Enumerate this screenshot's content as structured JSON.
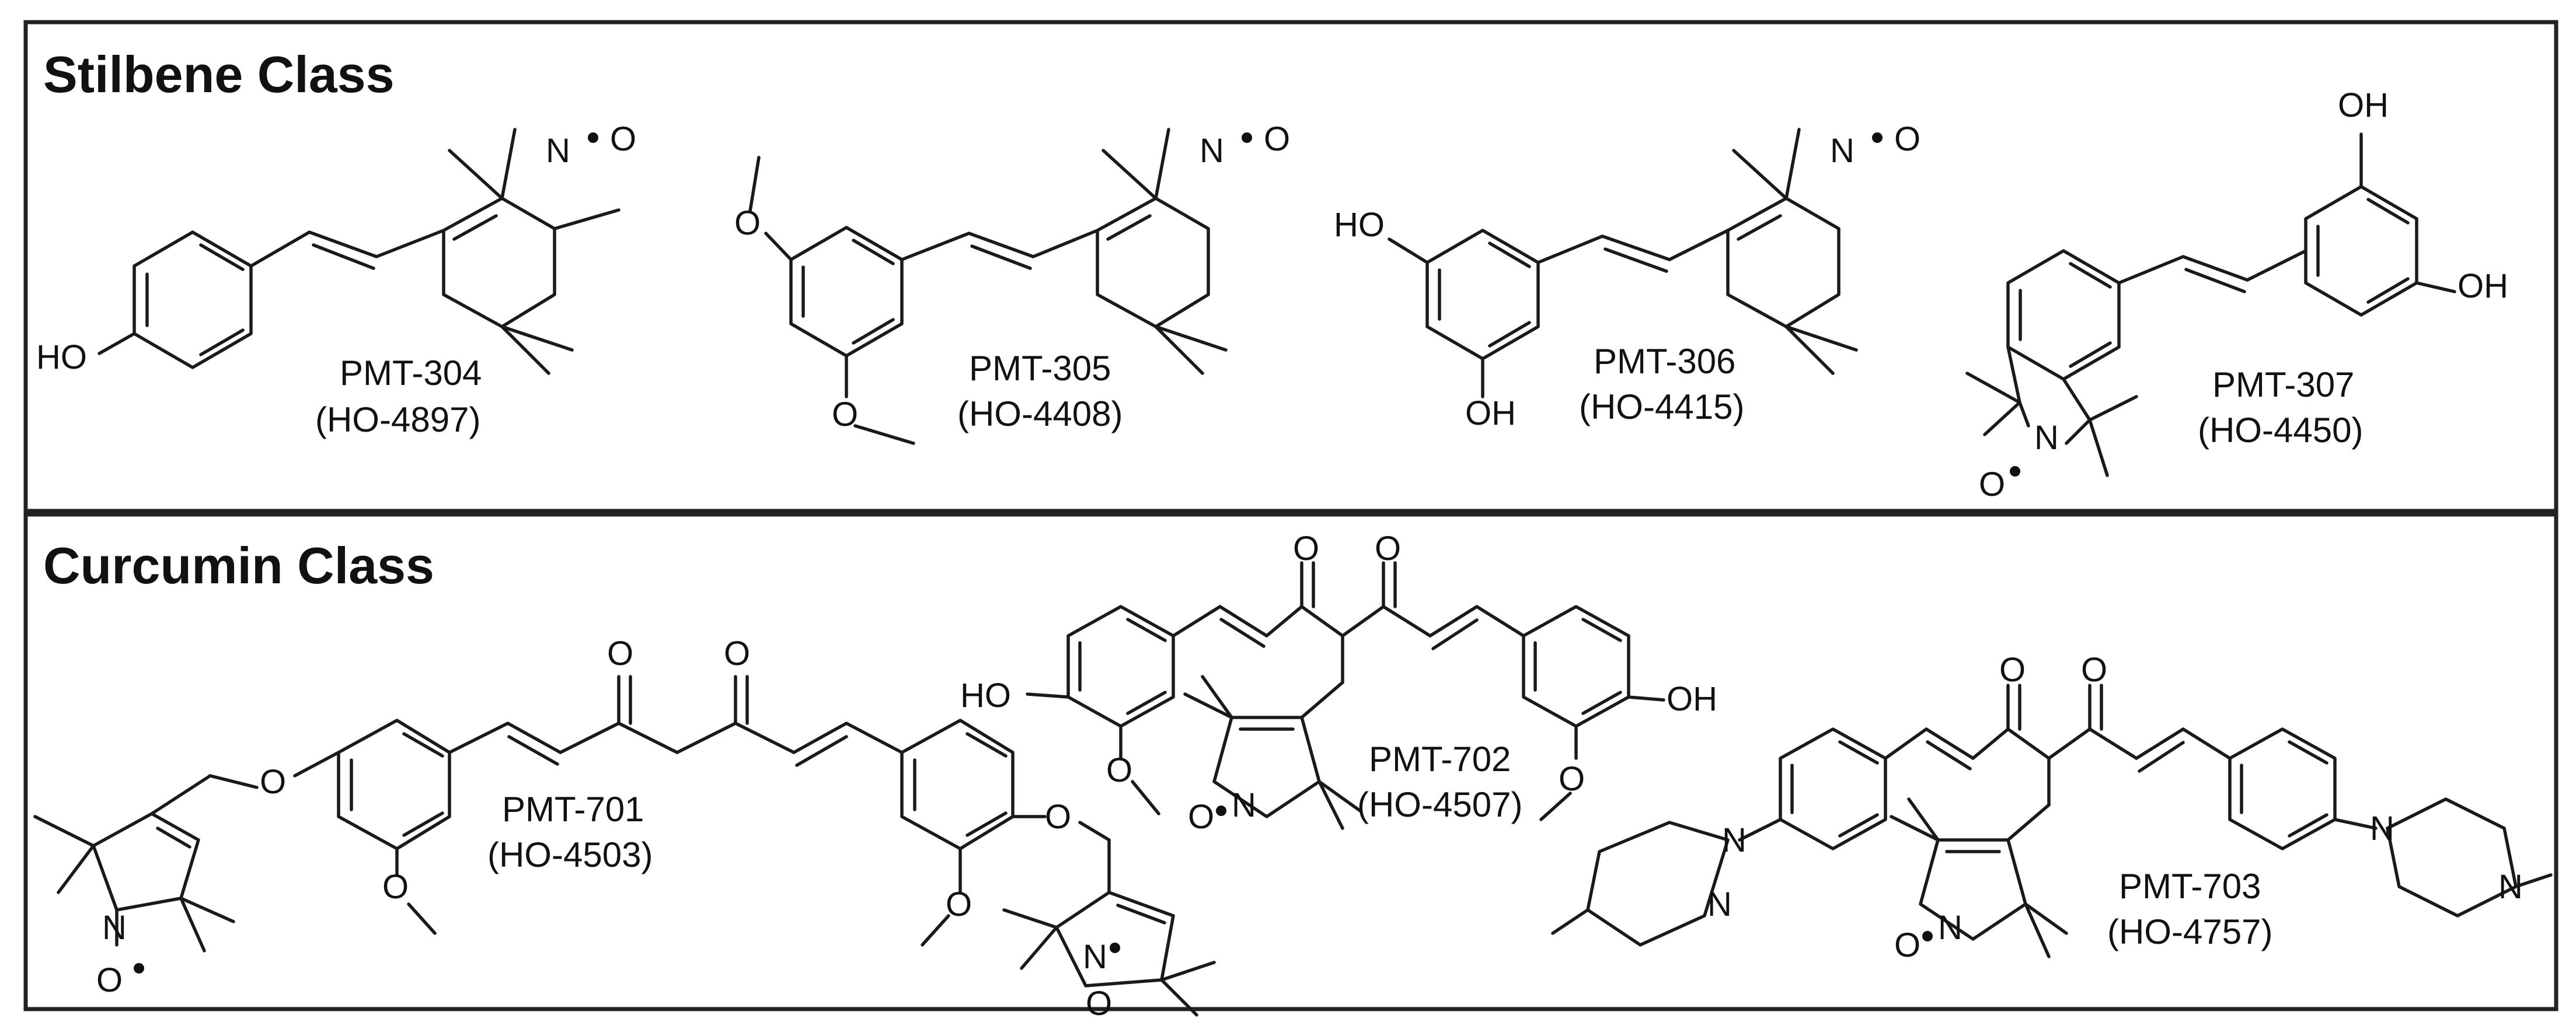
{
  "panels": {
    "stilbene": {
      "title": "Stilbene Class"
    },
    "curcumin": {
      "title": "Curcumin Class"
    }
  },
  "compounds": [
    {
      "name": "PMT-304",
      "code": "(HO-4897)"
    },
    {
      "name": "PMT-305",
      "code": "(HO-4408)"
    },
    {
      "name": "PMT-306",
      "code": "(HO-4415)"
    },
    {
      "name": "PMT-307",
      "code": "(HO-4450)"
    },
    {
      "name": "PMT-701",
      "code": "(HO-4503)"
    },
    {
      "name": "PMT-702",
      "code": "(HO-4507)"
    },
    {
      "name": "PMT-703",
      "code": "(HO-4757)"
    }
  ],
  "atoms": {
    "o": "O",
    "oh": "OH",
    "ho": "HO",
    "n": "N"
  },
  "colors": {
    "line": "#1a1a1a",
    "border": "#222222",
    "background": "#ffffff"
  }
}
